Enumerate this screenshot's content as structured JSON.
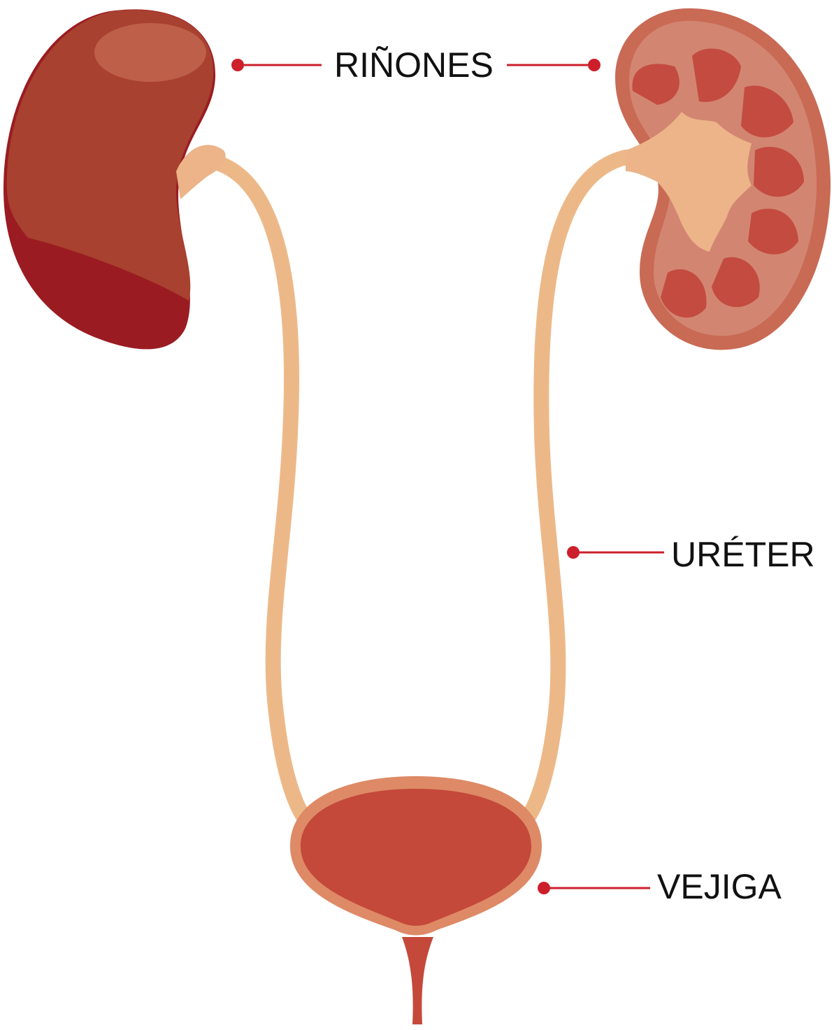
{
  "labels": {
    "kidneys": "RIÑONES",
    "ureter": "URÉTER",
    "bladder": "VEJIGA"
  },
  "colors": {
    "kidney_outer": "#a8412f",
    "kidney_shadow": "#9a1c22",
    "kidney_highlight": "#c2654e",
    "kidney_section": "#d28672",
    "kidney_pyramid": "#c44b40",
    "pelvis": "#ecb488",
    "ureter": "#edb888",
    "bladder_rim": "#de8a66",
    "bladder_fill": "#c4493a",
    "leader": "#cc1f2b",
    "text": "#111111"
  }
}
